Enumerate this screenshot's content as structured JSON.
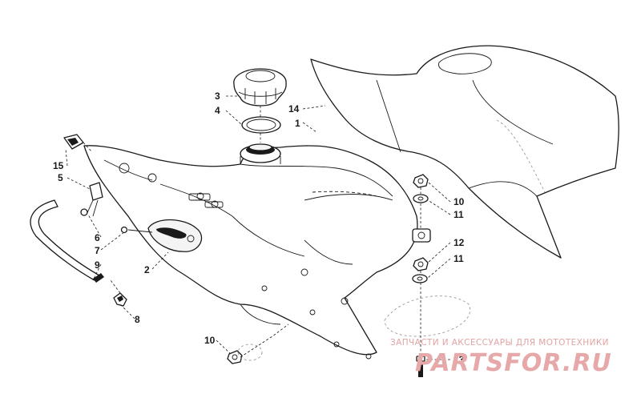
{
  "callouts": {
    "c1": "1",
    "c2": "2",
    "c3": "3",
    "c4": "4",
    "c5": "5",
    "c6": "6",
    "c7": "7",
    "c8": "8",
    "c9": "9",
    "c10a": "10",
    "c10b": "10",
    "c11a": "11",
    "c11b": "11",
    "c12": "12",
    "c13": "13",
    "c14": "14",
    "c15": "15"
  },
  "watermark": {
    "caption": "ЗАПЧАСТИ И АКСЕССУАРЫ ДЛЯ МОТОТЕХНИКИ",
    "logo": "PARTSFOR.RU"
  }
}
